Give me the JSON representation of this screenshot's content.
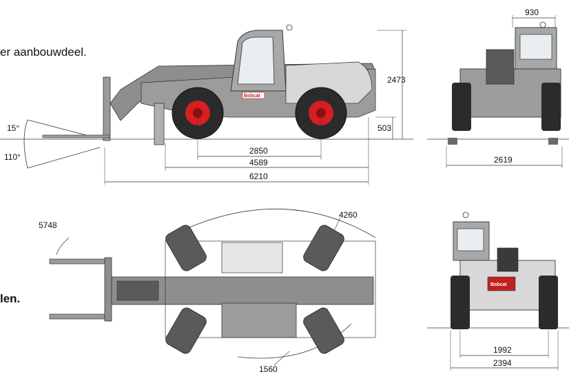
{
  "captions": {
    "top_fragment": "er aanbouwdeel.",
    "left_fragment": "len."
  },
  "side_view": {
    "angle_up": "15°",
    "angle_down": "110°",
    "wheelbase": "2850",
    "overall_length_no_forks": "4589",
    "overall_length": "6210",
    "height": "2473",
    "ground_clearance": "503",
    "brand": "Bobcat"
  },
  "front_view": {
    "cab_width": "930",
    "track_width": "2619"
  },
  "top_view": {
    "outer_radius_forks": "5748",
    "outer_radius_body": "4260",
    "inner_radius": "1560"
  },
  "rear_view": {
    "track": "1992",
    "overall_width": "2394",
    "brand": "Bobcat"
  },
  "colors": {
    "body": "#8e8e8e",
    "body_dark": "#5a5a5a",
    "tire": "#2b2b2b",
    "rim": "#d42020",
    "line": "#333333"
  }
}
